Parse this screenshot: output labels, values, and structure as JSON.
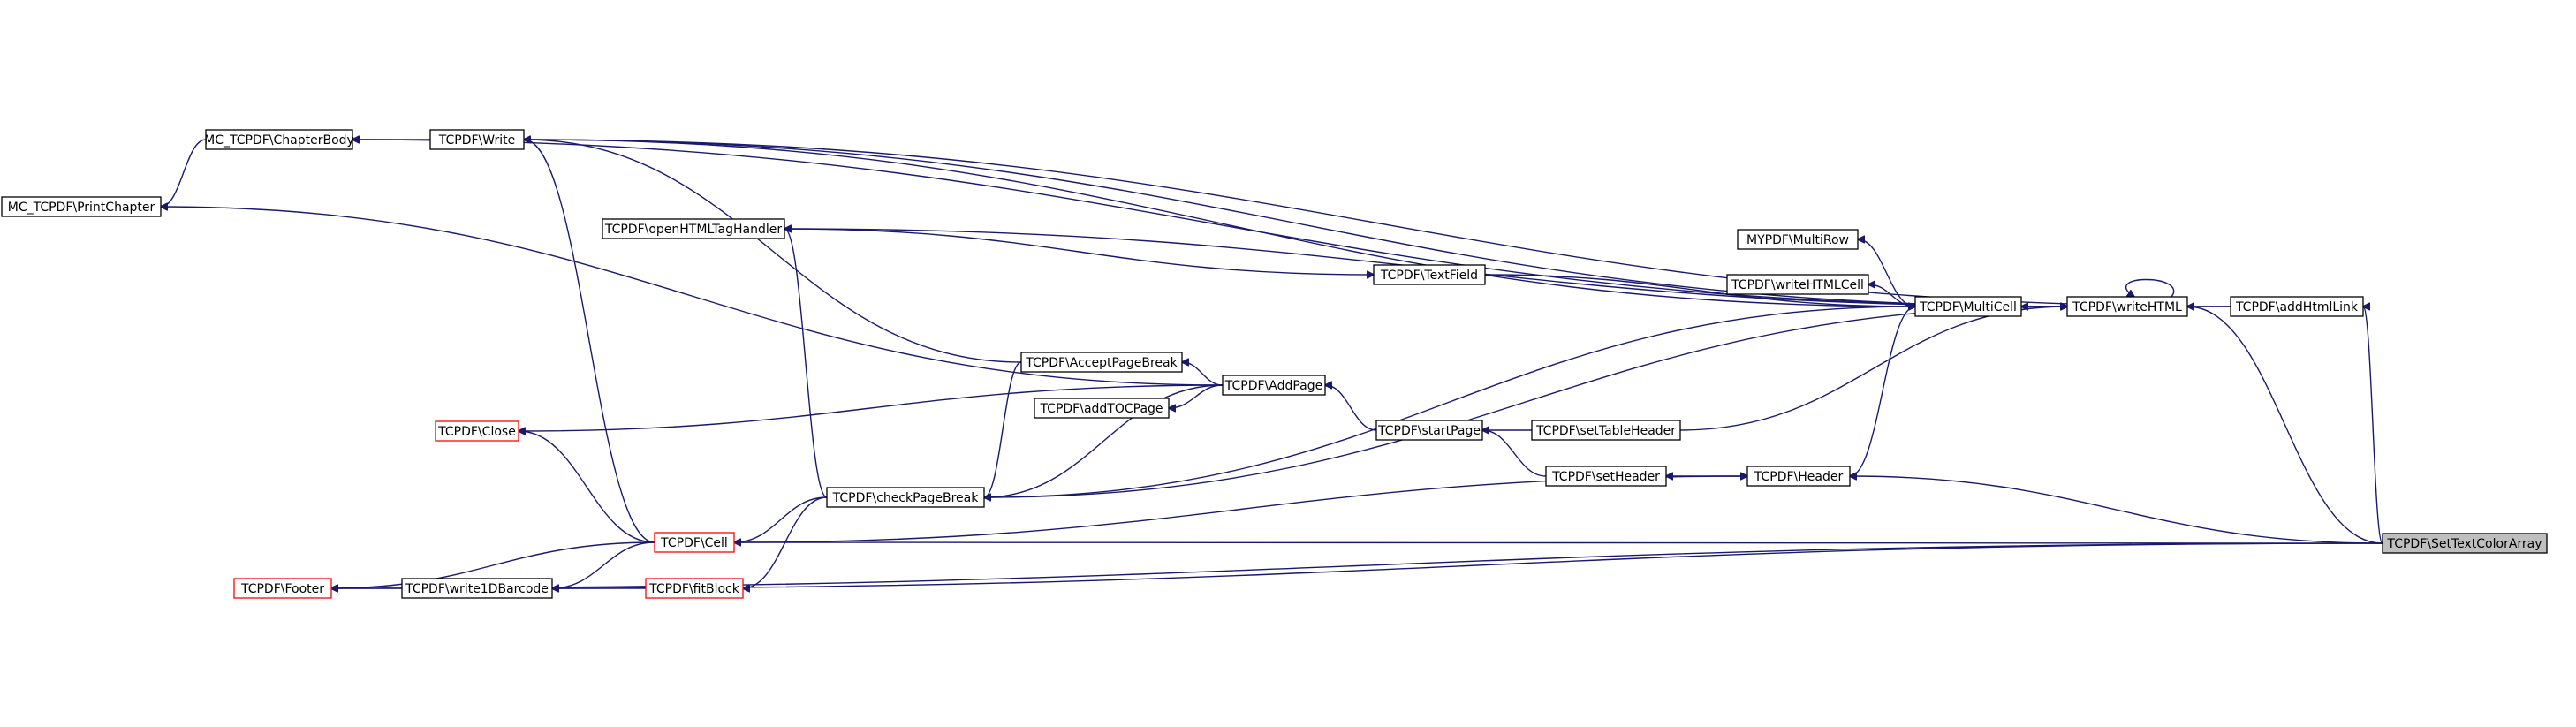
{
  "graph": {
    "kind": "doxygen caller graph",
    "colors": {
      "edge": "#191970",
      "node_border": "#000000",
      "truncated_border": "#ff0000",
      "focus_fill": "#bfbfbf"
    },
    "nodes": [
      {
        "id": "SetTextColorArray",
        "label": "TCPDF\\SetTextColorArray",
        "style": "highlight"
      },
      {
        "id": "addHtmlLink",
        "label": "TCPDF\\addHtmlLink",
        "style": "normal"
      },
      {
        "id": "writeHTML",
        "label": "TCPDF\\writeHTML",
        "style": "normal"
      },
      {
        "id": "MultiCell",
        "label": "TCPDF\\MultiCell",
        "style": "normal"
      },
      {
        "id": "MultiRow",
        "label": "MYPDF\\MultiRow",
        "style": "normal"
      },
      {
        "id": "writeHTMLCell",
        "label": "TCPDF\\writeHTMLCell",
        "style": "normal"
      },
      {
        "id": "Header",
        "label": "TCPDF\\Header",
        "style": "normal"
      },
      {
        "id": "setTableHeader",
        "label": "TCPDF\\setTableHeader",
        "style": "normal"
      },
      {
        "id": "startPage",
        "label": "TCPDF\\startPage",
        "style": "normal"
      },
      {
        "id": "setHeader",
        "label": "TCPDF\\setHeader",
        "style": "normal"
      },
      {
        "id": "TextField",
        "label": "TCPDF\\TextField",
        "style": "normal"
      },
      {
        "id": "AddPage",
        "label": "TCPDF\\AddPage",
        "style": "normal"
      },
      {
        "id": "AcceptPageBreak",
        "label": "TCPDF\\AcceptPageBreak",
        "style": "normal"
      },
      {
        "id": "addTOCPage",
        "label": "TCPDF\\addTOCPage",
        "style": "normal"
      },
      {
        "id": "checkPageBreak",
        "label": "TCPDF\\checkPageBreak",
        "style": "normal"
      },
      {
        "id": "openHTMLTagHandler",
        "label": "TCPDF\\openHTMLTagHandler",
        "style": "normal"
      },
      {
        "id": "Write",
        "label": "TCPDF\\Write",
        "style": "normal"
      },
      {
        "id": "ChapterBody",
        "label": "MC_TCPDF\\ChapterBody",
        "style": "normal"
      },
      {
        "id": "PrintChapter",
        "label": "MC_TCPDF\\PrintChapter",
        "style": "normal"
      },
      {
        "id": "Close",
        "label": "TCPDF\\Close",
        "style": "truncated"
      },
      {
        "id": "Cell",
        "label": "TCPDF\\Cell",
        "style": "truncated"
      },
      {
        "id": "fitBlock",
        "label": "TCPDF\\fitBlock",
        "style": "truncated"
      },
      {
        "id": "write1DBarcode",
        "label": "TCPDF\\write1DBarcode",
        "style": "normal"
      },
      {
        "id": "Footer",
        "label": "TCPDF\\Footer",
        "style": "truncated"
      }
    ],
    "edges": [
      {
        "from": "addHtmlLink",
        "to": "SetTextColorArray"
      },
      {
        "from": "writeHTML",
        "to": "SetTextColorArray"
      },
      {
        "from": "Header",
        "to": "SetTextColorArray"
      },
      {
        "from": "Cell",
        "to": "SetTextColorArray"
      },
      {
        "from": "write1DBarcode",
        "to": "SetTextColorArray"
      },
      {
        "from": "Footer",
        "to": "SetTextColorArray"
      },
      {
        "from": "Write",
        "to": "addHtmlLink"
      },
      {
        "from": "writeHTML",
        "to": "addHtmlLink"
      },
      {
        "from": "writeHTML",
        "to": "writeHTML"
      },
      {
        "from": "MultiCell",
        "to": "writeHTML"
      },
      {
        "from": "writeHTML",
        "to": "MultiCell"
      },
      {
        "from": "writeHTML",
        "to": "Write"
      },
      {
        "from": "ChapterBody",
        "to": "writeHTML"
      },
      {
        "from": "writeHTML",
        "to": "setTableHeader"
      },
      {
        "from": "writeHTML",
        "to": "checkPageBreak"
      },
      {
        "from": "writeHTML",
        "to": "openHTMLTagHandler"
      },
      {
        "from": "MultiRow",
        "to": "MultiCell"
      },
      {
        "from": "writeHTMLCell",
        "to": "MultiCell"
      },
      {
        "from": "MultiCell",
        "to": "Write"
      },
      {
        "from": "MultiCell",
        "to": "TextField"
      },
      {
        "from": "MultiCell",
        "to": "checkPageBreak"
      },
      {
        "from": "Header",
        "to": "MultiCell"
      },
      {
        "from": "Header",
        "to": "Cell"
      },
      {
        "from": "setHeader",
        "to": "Header"
      },
      {
        "from": "startPage",
        "to": "setTableHeader"
      },
      {
        "from": "startPage",
        "to": "setHeader"
      },
      {
        "from": "AddPage",
        "to": "startPage"
      },
      {
        "from": "AcceptPageBreak",
        "to": "AddPage"
      },
      {
        "from": "addTOCPage",
        "to": "AddPage"
      },
      {
        "from": "checkPageBreak",
        "to": "AddPage"
      },
      {
        "from": "Close",
        "to": "AddPage"
      },
      {
        "from": "PrintChapter",
        "to": "AddPage"
      },
      {
        "from": "Write",
        "to": "AcceptPageBreak"
      },
      {
        "from": "checkPageBreak",
        "to": "AcceptPageBreak"
      },
      {
        "from": "openHTMLTagHandler",
        "to": "checkPageBreak"
      },
      {
        "from": "Cell",
        "to": "checkPageBreak"
      },
      {
        "from": "fitBlock",
        "to": "checkPageBreak"
      },
      {
        "from": "TextField",
        "to": "openHTMLTagHandler"
      },
      {
        "from": "ChapterBody",
        "to": "Write"
      },
      {
        "from": "PrintChapter",
        "to": "ChapterBody"
      },
      {
        "from": "Close",
        "to": "Cell"
      },
      {
        "from": "Write",
        "to": "Cell"
      },
      {
        "from": "write1DBarcode",
        "to": "Cell"
      },
      {
        "from": "Footer",
        "to": "Cell"
      },
      {
        "from": "write1DBarcode",
        "to": "fitBlock"
      },
      {
        "from": "Footer",
        "to": "write1DBarcode"
      }
    ]
  }
}
